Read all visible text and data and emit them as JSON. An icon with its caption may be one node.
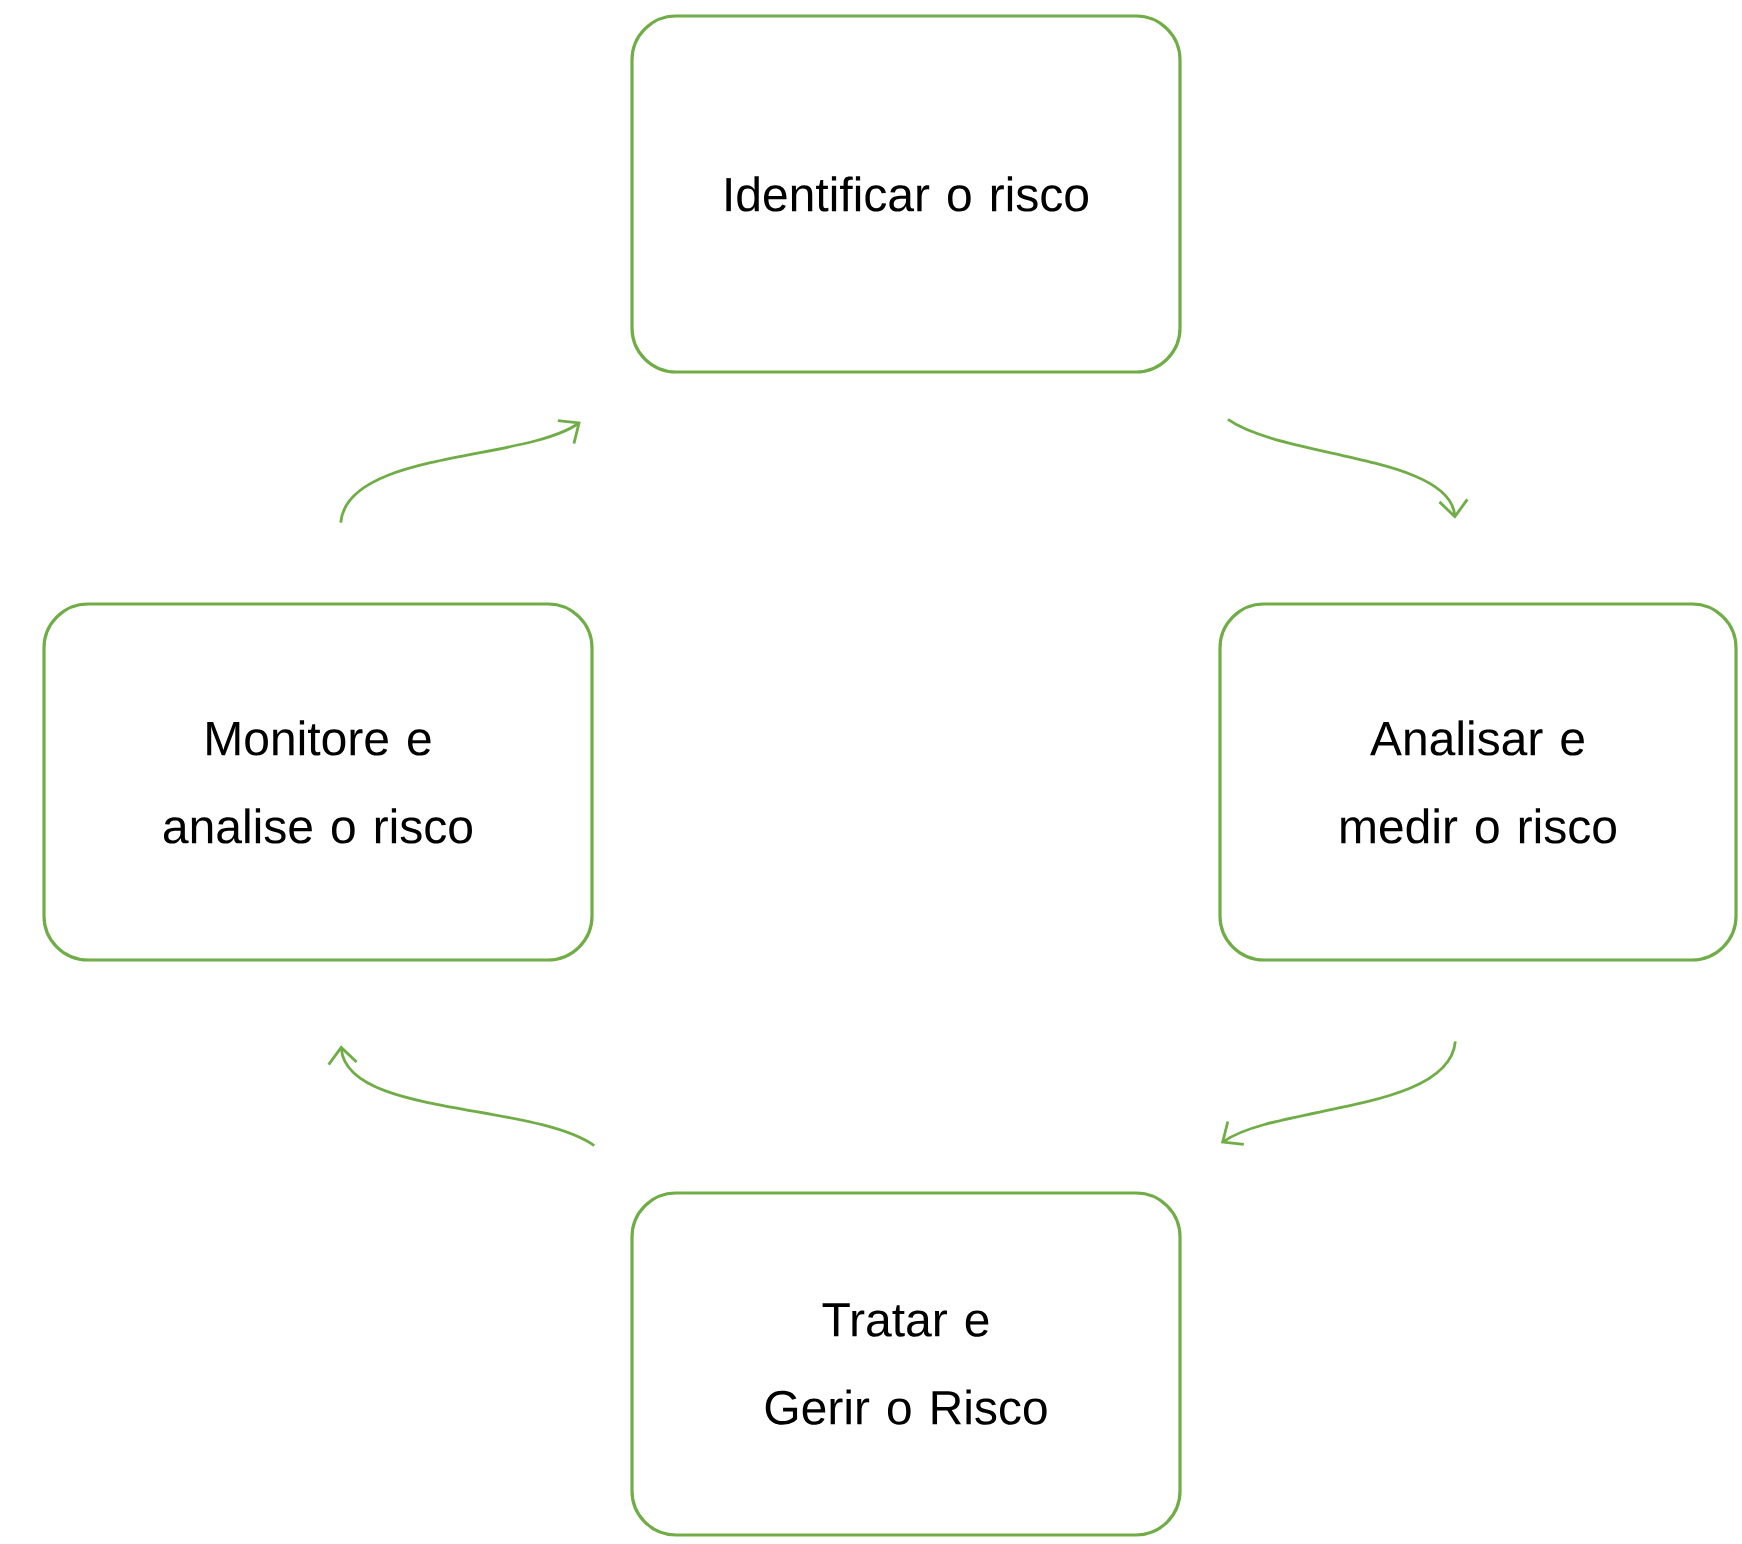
{
  "diagram": {
    "nodes": [
      {
        "text": [
          "Identificar o risco"
        ]
      },
      {
        "text": [
          "Analisar e medir o risco"
        ]
      },
      {
        "text": [
          "Tratar e Gerir o Risco"
        ]
      },
      {
        "text": [
          "Monitore e analise o risco"
        ]
      }
    ],
    "edges": [
      {
        "from": 0,
        "to": 1,
        "arrow": "to"
      },
      {
        "from": 1,
        "to": 2,
        "arrow": "to"
      },
      {
        "from": 2,
        "to": 3,
        "arrow": "to"
      },
      {
        "from": 3,
        "to": 0,
        "arrow": "to"
      }
    ]
  }
}
